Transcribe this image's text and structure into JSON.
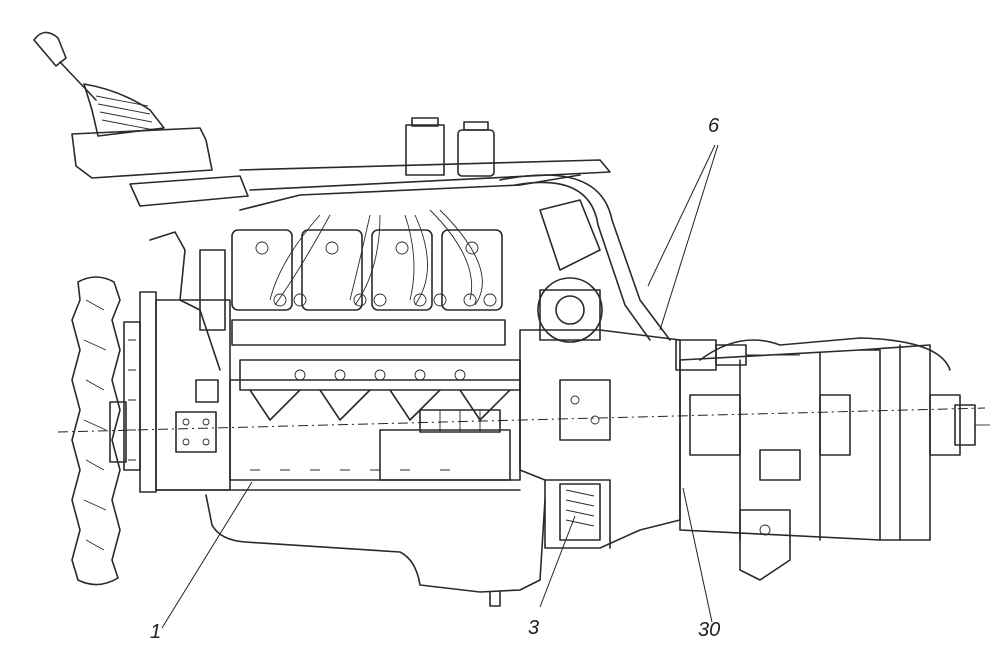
{
  "callouts": {
    "c1": "1",
    "c3": "3",
    "c6": "6",
    "c30": "30"
  },
  "colors": {
    "ink": "#2a2a2a",
    "paper": "#ffffff"
  }
}
